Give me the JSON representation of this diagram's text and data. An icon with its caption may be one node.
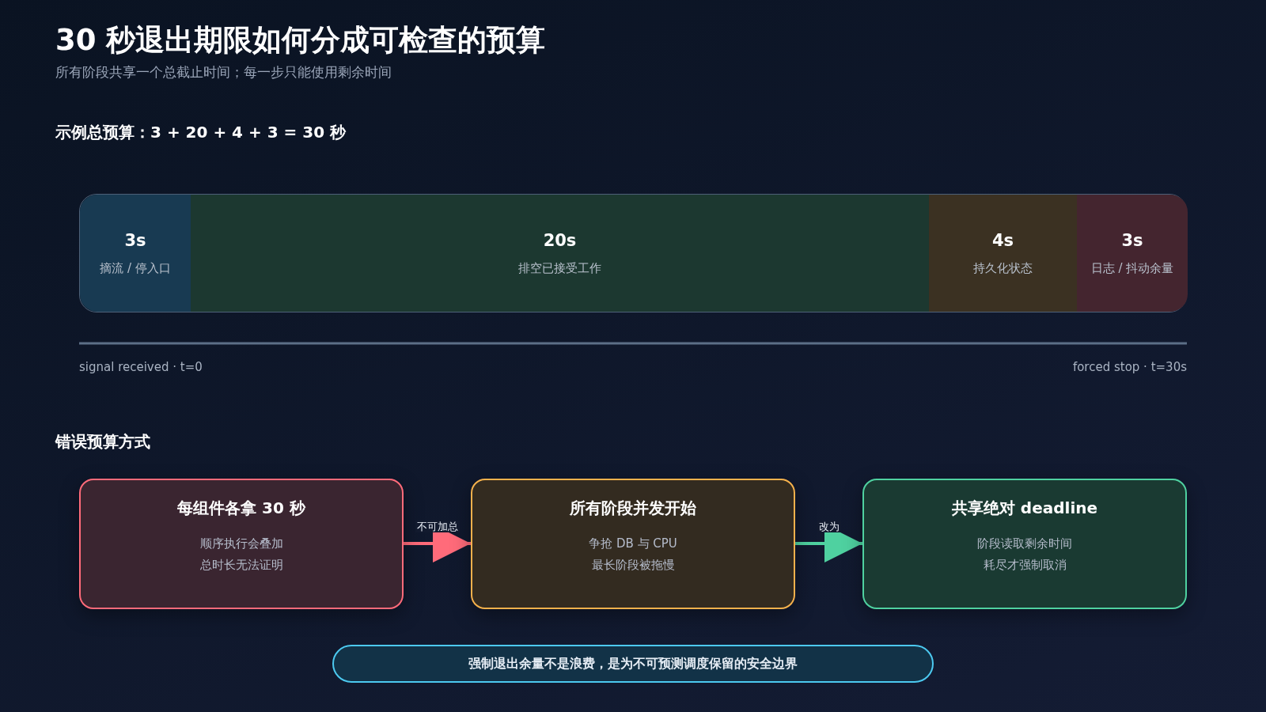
{
  "diagram": {
    "title": "30 秒退出期限如何分成可检查的预算",
    "nodes": [
      {
        "text": [],
        "shape": "bar"
      },
      {
        "text": [
          "3s",
          "摘流 / 停入口"
        ],
        "in": 0
      },
      {
        "text": [
          "20s",
          "排空已接受工作"
        ],
        "in": 0
      },
      {
        "text": [
          "4s",
          "持久化状态"
        ],
        "in": 0
      },
      {
        "text": [
          "3s",
          "日志 / 抖动余量"
        ],
        "in": 0
      },
      {
        "text": [
          "每组件各拿 30 秒",
          "顺序执行会叠加",
          "总时长无法证明"
        ]
      },
      {
        "text": [
          "所有阶段并发开始",
          "争抢 DB 与 CPU",
          "最长阶段被拖慢"
        ]
      },
      {
        "text": [
          "共享绝对 deadline",
          "阶段读取剩余时间",
          "耗尽才强制取消"
        ]
      },
      {
        "text": [
          "强制退出余量不是浪费，是为不可预测调度保留的安全边界"
        ]
      }
    ],
    "edges": [
      {
        "from": 5,
        "to": 6,
        "arrow": "to",
        "label": "不可加总",
        "color": "#ff6b7a"
      },
      {
        "from": 6,
        "to": 7,
        "arrow": "to",
        "label": "改为",
        "color": "#4fd1a0"
      }
    ],
    "labels": [
      "所有阶段共享一个总截止时间；每一步只能使用剩余时间",
      "示例总预算：3 + 20 + 4 + 3 = 30 秒",
      "signal received · t=0",
      "forced stop · t=30s",
      "错误预算方式"
    ]
  }
}
